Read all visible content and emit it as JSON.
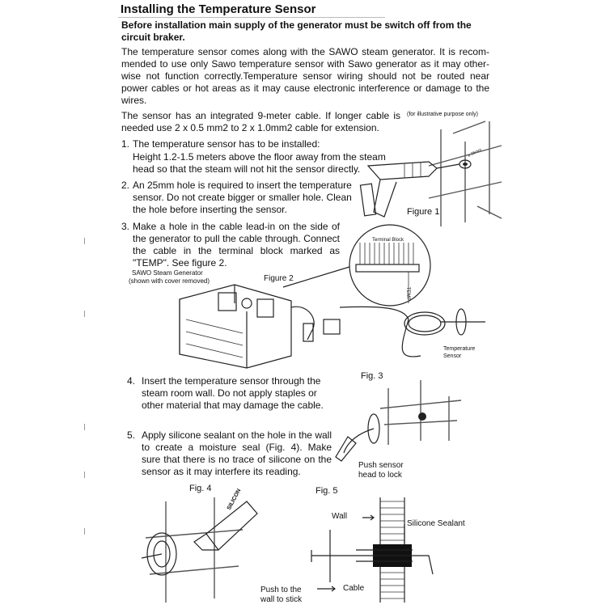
{
  "title": "Installing the Temperature Sensor",
  "warning": "Before installation main supply of the generator must be switch off from the circuit braker.",
  "paragraph1": "The temperature sensor comes along with the SAWO steam generator. It is recom-mended to use only Sawo temperature sensor with Sawo generator as it may other-wise not function correctly.Temperature sensor wiring should not be routed near power cables or hot areas as it may cause electronic interference or damage to the wires.",
  "paragraph2": "The sensor has an integrated 9-meter cable. If longer cable is needed use 2 x 0.5 mm2 to 2 x 1.0mm2 cable for extension.",
  "illustrative_note": "(for illustrative purpose only)",
  "steps": [
    {
      "num": "1.",
      "lead": "The temperature sensor has to be installed:",
      "body": "Height 1.2-1.5 meters above the floor away from the steam head so that the steam will not hit the sensor directly."
    },
    {
      "num": "2.",
      "text": "An 25mm hole is required to insert the temperature sensor. Do not create bigger or smaller hole. Clean the hole before inserting the sensor."
    },
    {
      "num": "3.",
      "text": "Make a hole in the cable lead-in on the side of the generator to pull the cable through. Connect the cable in the terminal block marked as \"TEMP\". See figure 2."
    },
    {
      "num": "4.",
      "text": "Insert the temperature sensor through the steam room wall. Do not apply staples or other material that may damage the cable."
    },
    {
      "num": "5.",
      "text": "Apply silicone sealant on the hole in the wall to create a moisture seal (Fig. 4). Make sure that there is no trace of silicone on the sensor as it may interfere its reading."
    }
  ],
  "figures": {
    "fig1": "Figure 1",
    "fig2": "Figure 2",
    "fig3": "Fig. 3",
    "fig4": "Fig. 4",
    "fig5": "Fig. 5",
    "drill_size": "ø 25mm",
    "generator_label": "SAWO Steam Generator",
    "generator_note": "(shown with cover removed)",
    "terminal_block": "Terminal Block",
    "temp_label": "TEMP",
    "temperature_sensor": "Temperature Sensor",
    "push_sensor": "Push sensor head to lock",
    "silicon_tube": "SILICON",
    "wall": "Wall",
    "silicone_sealant": "Silicone Sealant",
    "cable": "Cable",
    "push_to_wall": "Push to the wall to stick"
  }
}
